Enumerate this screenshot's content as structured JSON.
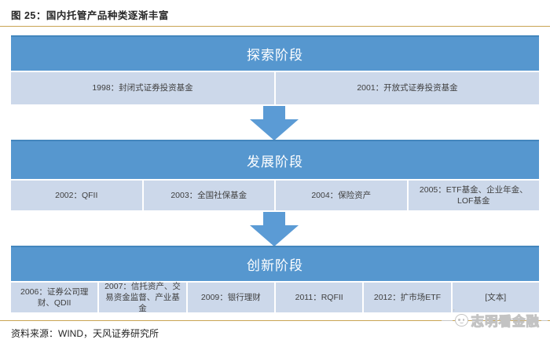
{
  "title": "图 25：国内托管产品种类逐渐丰富",
  "stages": [
    {
      "name": "探索阶段",
      "items": [
        "1998：封闭式证券投资基金",
        "2001：开放式证券投资基金"
      ]
    },
    {
      "name": "发展阶段",
      "items": [
        "2002：QFII",
        "2003：全国社保基金",
        "2004：保险资产",
        "2005：ETF基金、企业年金、LOF基金"
      ]
    },
    {
      "name": "创新阶段",
      "items": [
        "2006：证券公司理财、QDII",
        "2007：信托资产、交易资金监督、产业基金",
        "2009：银行理财",
        "2011：RQFII",
        "2012：扩市场ETF",
        "[文本]"
      ]
    }
  ],
  "source": "资料来源：WIND，天风证券研究所",
  "watermark": "志明看金融",
  "colors": {
    "stage_header_blue": "#5697cf",
    "stage_header_border": "#4386bd",
    "cell_light_blue": "#ccd8ea",
    "arrow_blue": "#5b9bd5",
    "gold_rule": "#c9a452",
    "watermark_grey": "#c3c3c3",
    "text_dark": "#262626"
  }
}
